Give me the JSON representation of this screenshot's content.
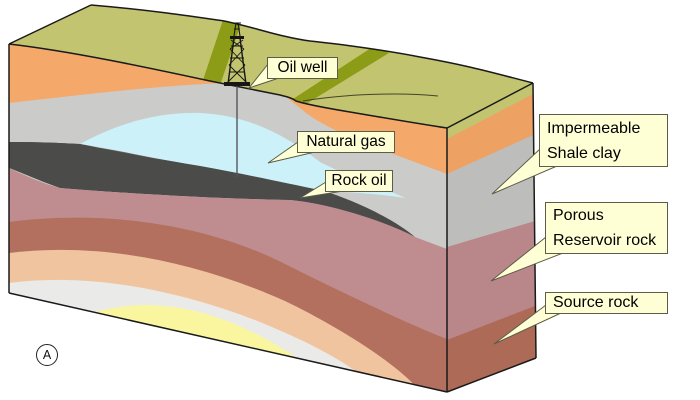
{
  "figure": {
    "panel_label": "A",
    "description": "Cut-away block diagram of an anticline petroleum trap with a drilling derrick at the surface",
    "background": "#ffffff"
  },
  "callouts": {
    "oil_well": {
      "text": "Oil well"
    },
    "natural_gas": {
      "text": "Natural gas"
    },
    "rock_oil": {
      "text": "Rock oil"
    },
    "impermeable_shale": {
      "line1": "Impermeable",
      "line2": "Shale clay"
    },
    "porous_reservoir": {
      "line1": "Porous",
      "line2": "Reservoir rock"
    },
    "source_rock": {
      "text": "Source rock"
    }
  },
  "colors": {
    "surface_green": "#c2c46f",
    "stream_olive": "#8c9c17",
    "topsoil_orange": "#f4a96a",
    "topsoil_orange_side": "#eda263",
    "shale_gray": "#cbcbca",
    "shale_gray_side": "#bdbdbc",
    "natural_gas_cyan": "#cdf1f8",
    "rock_oil_dark": "#4b4b49",
    "reservoir_mauve": "#bf8d90",
    "reservoir_mauve_side": "#b98689",
    "source_brick": "#b3705e",
    "source_brick_side": "#ad6a56",
    "deep_peach": "#f0c49e",
    "deep_white": "#eaeae8",
    "deep_yellow": "#faf6a0",
    "label_bg": "#ffffd6",
    "label_border": "#5c5c48",
    "outline": "#1a1a1a"
  }
}
